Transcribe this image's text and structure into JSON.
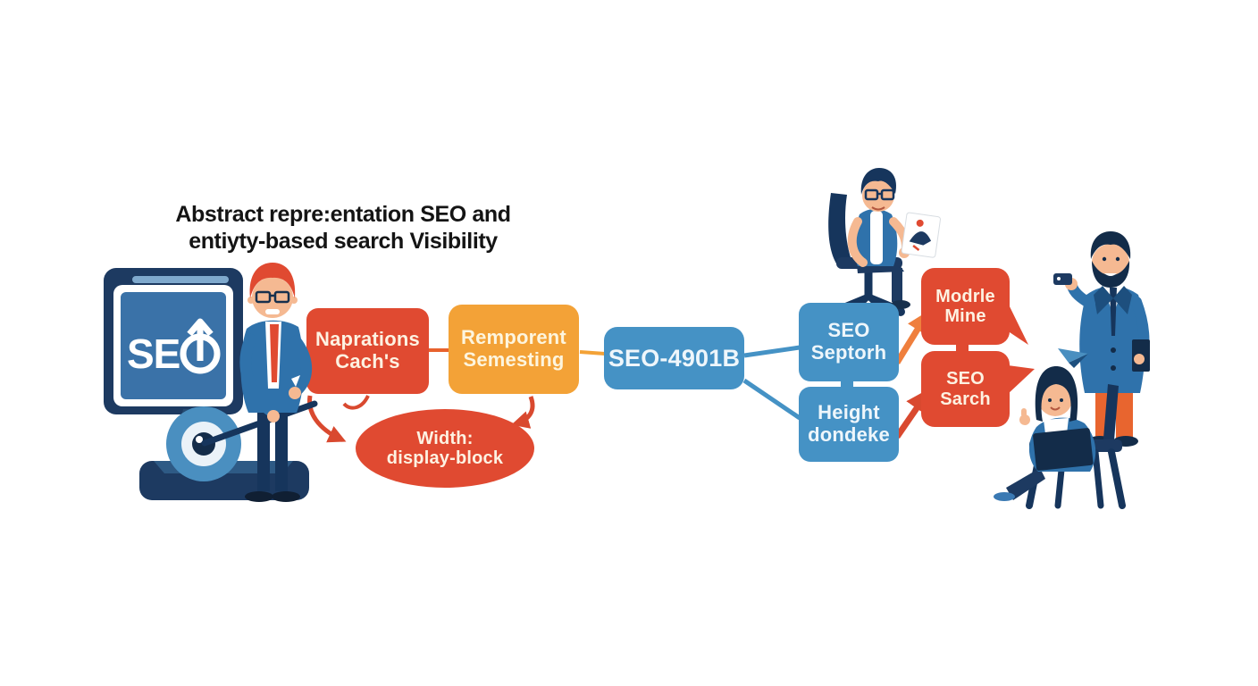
{
  "title": {
    "line1": "Abstract repre:entation SEO and",
    "line2": "entiyty-based search Visibility"
  },
  "monitor": {
    "screen_label": "SEÔ",
    "screen_label_prefix": "SE"
  },
  "flowchart": {
    "nodes": [
      {
        "id": "naprations-cachs",
        "label": "Naprations\nCach's",
        "shape": "rounded-rect",
        "color": "#e04a31"
      },
      {
        "id": "remporent-semesting",
        "label": "Remporent\nSemesting",
        "shape": "rounded-rect",
        "color": "#f3a237"
      },
      {
        "id": "seo-4901b",
        "label": "SEO-4901B",
        "shape": "rounded-rect",
        "color": "#4592c5"
      },
      {
        "id": "seo-septorh",
        "label": "SEO\nSeptorh",
        "shape": "rounded-rect",
        "color": "#4592c5"
      },
      {
        "id": "height-dondeke",
        "label": "Height\ndondeke",
        "shape": "rounded-rect",
        "color": "#4592c5"
      },
      {
        "id": "modrle-mine",
        "label": "Modrle\nMine",
        "shape": "speech-bubble",
        "color": "#e04a31"
      },
      {
        "id": "seo-sarch",
        "label": "SEO\nSarch",
        "shape": "speech-bubble",
        "color": "#e04a31"
      },
      {
        "id": "width-display-block",
        "label": "Width:\ndisplay-block",
        "shape": "ellipse",
        "color": "#e04a31"
      }
    ],
    "edges": [
      {
        "from": "naprations-cachs",
        "to": "remporent-semesting",
        "style": "line"
      },
      {
        "from": "remporent-semesting",
        "to": "seo-4901b",
        "style": "line"
      },
      {
        "from": "seo-4901b",
        "to": "seo-septorh",
        "style": "line"
      },
      {
        "from": "seo-4901b",
        "to": "height-dondeke",
        "style": "line"
      },
      {
        "from": "naprations-cachs",
        "to": "width-display-block",
        "style": "curved-arrow"
      },
      {
        "from": "remporent-semesting",
        "to": "width-display-block",
        "style": "curved-arrow"
      },
      {
        "from": "seo-septorh",
        "to": "modrle-mine",
        "style": "arrow"
      },
      {
        "from": "height-dondeke",
        "to": "seo-sarch",
        "style": "arrow"
      }
    ]
  },
  "illustrations": {
    "figures": [
      "seo-monitor-with-target",
      "presenter-man",
      "seated-analyst-man",
      "standing-marketer-man",
      "seated-woman-with-laptop",
      "paper-plane"
    ]
  },
  "colors": {
    "red": "#e04a31",
    "orange": "#f3a237",
    "blue": "#4592c5",
    "navy": "#1d3a61",
    "suit_blue": "#2f72ab",
    "screen_blue": "#3a72a8",
    "skin": "#f5b992",
    "hair_red": "#e04a31",
    "pants_orange": "#e8652f",
    "background": "#ffffff"
  }
}
